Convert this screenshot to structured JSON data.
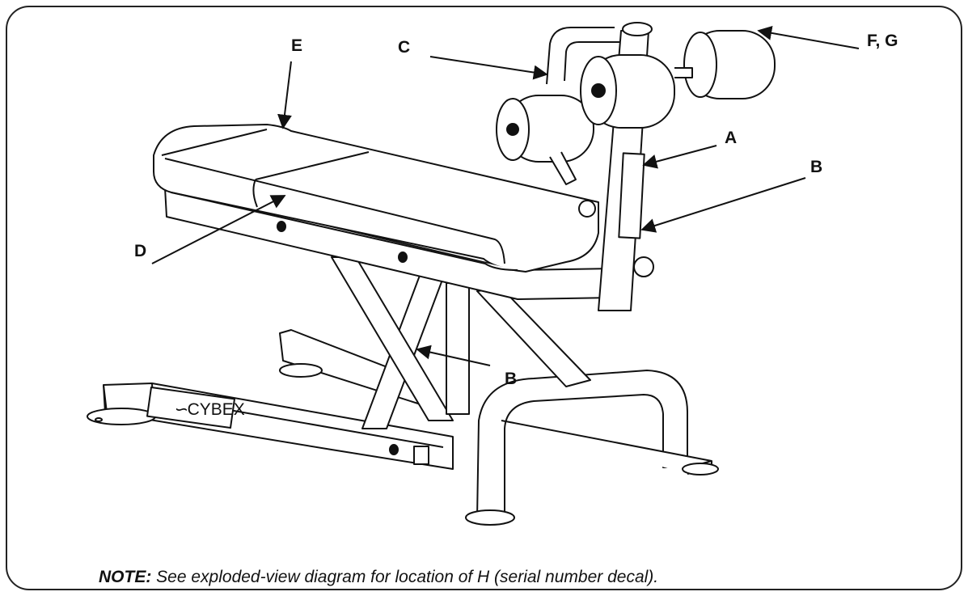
{
  "callouts": {
    "a": "A",
    "b_top": "B",
    "b_bottom": "B",
    "c": "C",
    "d": "D",
    "e": "E",
    "fg": "F, G"
  },
  "brand": {
    "logo_text": "CYBEX"
  },
  "note": {
    "prefix": "NOTE:",
    "text": " See exploded-view diagram for location of H (serial number decal)."
  },
  "colors": {
    "line": "#111111",
    "fill": "#ffffff",
    "frame": "#222222"
  }
}
